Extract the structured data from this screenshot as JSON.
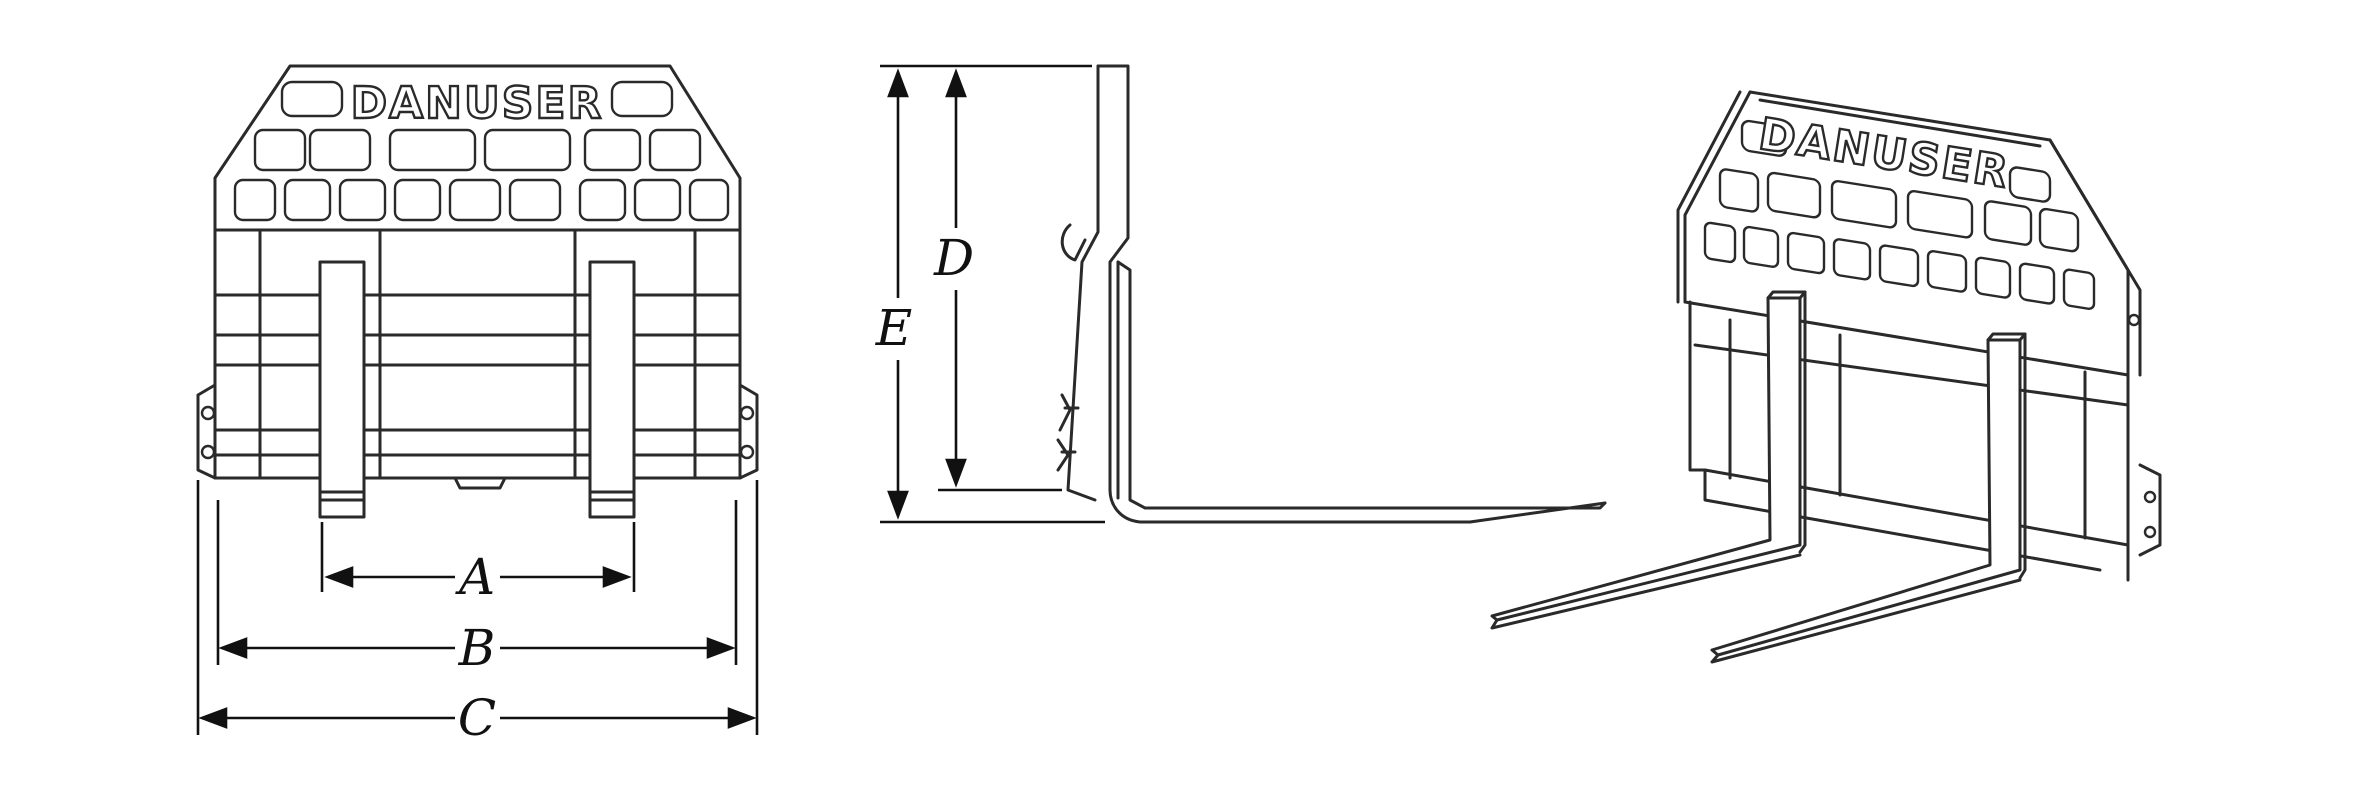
{
  "brand": "DANUSER",
  "dimensions": {
    "a": "A",
    "b": "B",
    "c": "C",
    "d": "D",
    "e": "E"
  },
  "colors": {
    "line": "#2a2a2a",
    "background": "#ffffff"
  }
}
